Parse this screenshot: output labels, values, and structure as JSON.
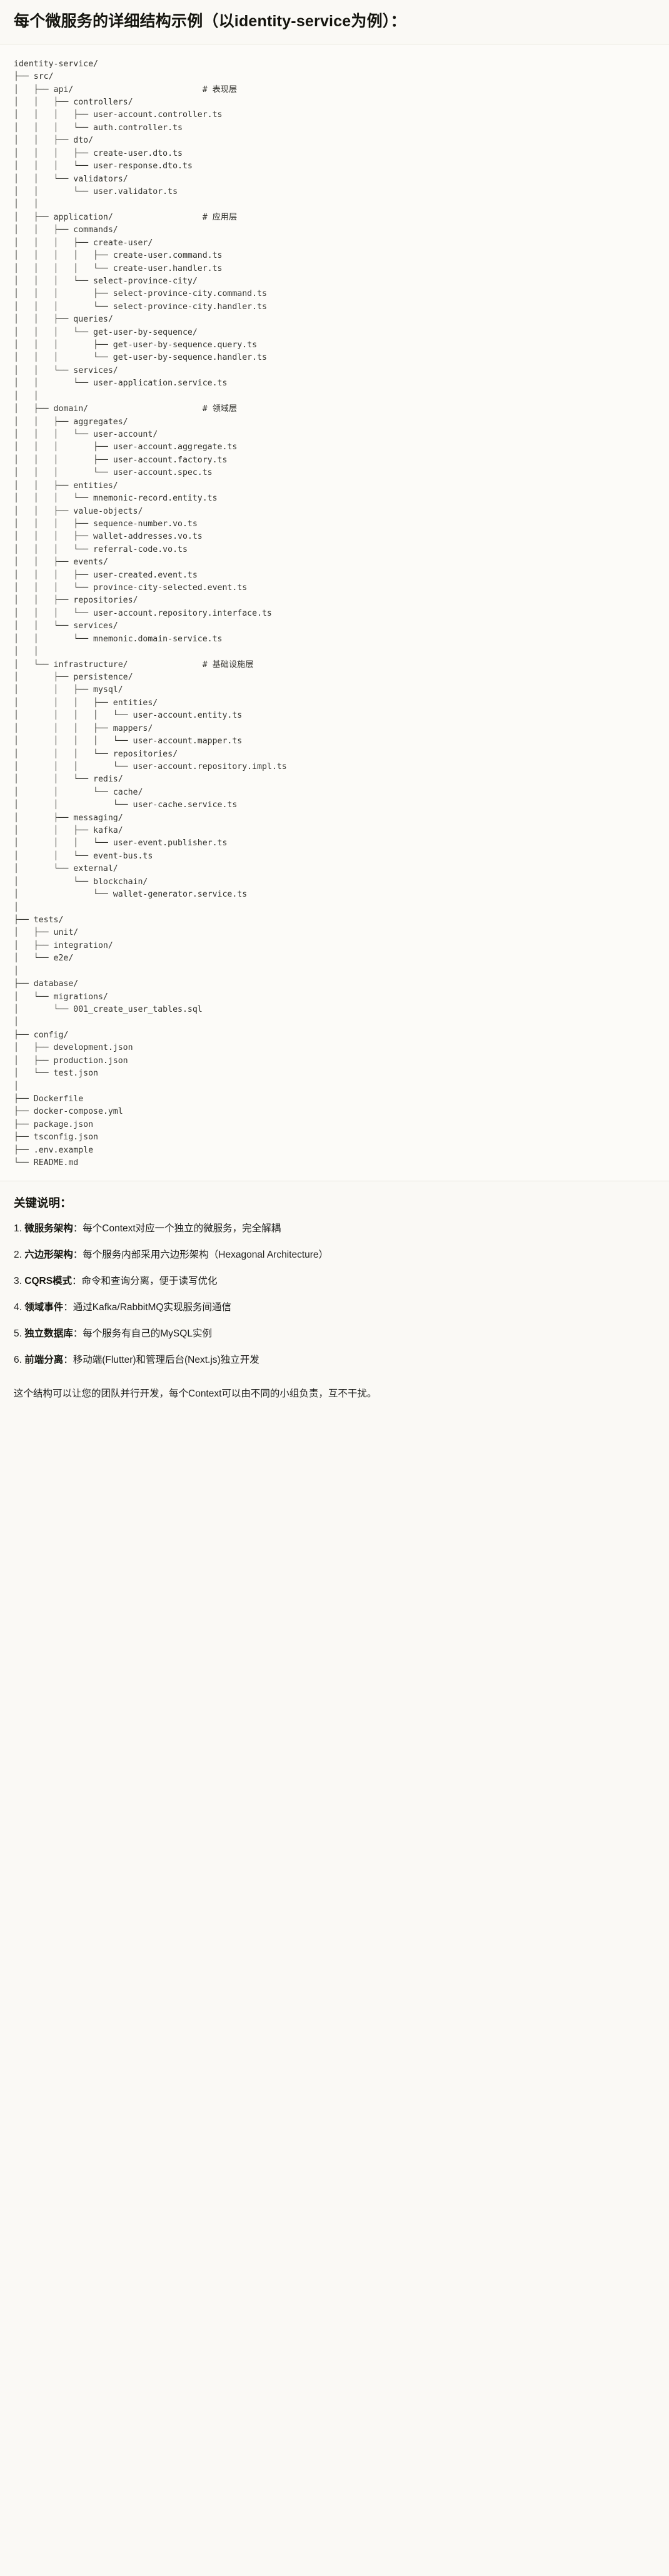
{
  "heading": "每个微服务的详细结构示例（以identity-service为例）：",
  "tree": {
    "root": "identity-service/",
    "lines": [
      "identity-service/",
      "├── src/",
      "│   ├── api/                          # 表现层",
      "│   │   ├── controllers/",
      "│   │   │   ├── user-account.controller.ts",
      "│   │   │   └── auth.controller.ts",
      "│   │   ├── dto/",
      "│   │   │   ├── create-user.dto.ts",
      "│   │   │   └── user-response.dto.ts",
      "│   │   └── validators/",
      "│   │       └── user.validator.ts",
      "│   │",
      "│   ├── application/                  # 应用层",
      "│   │   ├── commands/",
      "│   │   │   ├── create-user/",
      "│   │   │   │   ├── create-user.command.ts",
      "│   │   │   │   └── create-user.handler.ts",
      "│   │   │   └── select-province-city/",
      "│   │   │       ├── select-province-city.command.ts",
      "│   │   │       └── select-province-city.handler.ts",
      "│   │   ├── queries/",
      "│   │   │   └── get-user-by-sequence/",
      "│   │   │       ├── get-user-by-sequence.query.ts",
      "│   │   │       └── get-user-by-sequence.handler.ts",
      "│   │   └── services/",
      "│   │       └── user-application.service.ts",
      "│   │",
      "│   ├── domain/                       # 领域层",
      "│   │   ├── aggregates/",
      "│   │   │   └── user-account/",
      "│   │   │       ├── user-account.aggregate.ts",
      "│   │   │       ├── user-account.factory.ts",
      "│   │   │       └── user-account.spec.ts",
      "│   │   ├── entities/",
      "│   │   │   └── mnemonic-record.entity.ts",
      "│   │   ├── value-objects/",
      "│   │   │   ├── sequence-number.vo.ts",
      "│   │   │   ├── wallet-addresses.vo.ts",
      "│   │   │   └── referral-code.vo.ts",
      "│   │   ├── events/",
      "│   │   │   ├── user-created.event.ts",
      "│   │   │   └── province-city-selected.event.ts",
      "│   │   ├── repositories/",
      "│   │   │   └── user-account.repository.interface.ts",
      "│   │   └── services/",
      "│   │       └── mnemonic.domain-service.ts",
      "│   │",
      "│   └── infrastructure/               # 基础设施层",
      "│       ├── persistence/",
      "│       │   ├── mysql/",
      "│       │   │   ├── entities/",
      "│       │   │   │   └── user-account.entity.ts",
      "│       │   │   ├── mappers/",
      "│       │   │   │   └── user-account.mapper.ts",
      "│       │   │   └── repositories/",
      "│       │   │       └── user-account.repository.impl.ts",
      "│       │   └── redis/",
      "│       │       └── cache/",
      "│       │           └── user-cache.service.ts",
      "│       ├── messaging/",
      "│       │   ├── kafka/",
      "│       │   │   └── user-event.publisher.ts",
      "│       │   └── event-bus.ts",
      "│       └── external/",
      "│           └── blockchain/",
      "│               └── wallet-generator.service.ts",
      "│",
      "├── tests/",
      "│   ├── unit/",
      "│   ├── integration/",
      "│   └── e2e/",
      "│",
      "├── database/",
      "│   └── migrations/",
      "│       └── 001_create_user_tables.sql",
      "│",
      "├── config/",
      "│   ├── development.json",
      "│   ├── production.json",
      "│   └── test.json",
      "│",
      "├── Dockerfile",
      "├── docker-compose.yml",
      "├── package.json",
      "├── tsconfig.json",
      "├── .env.example",
      "└── README.md"
    ],
    "comments": [
      {
        "path": "src/api/",
        "text": "# 表现层"
      },
      {
        "path": "src/application/",
        "text": "# 应用层"
      },
      {
        "path": "src/domain/",
        "text": "# 领域层"
      },
      {
        "path": "src/infrastructure/",
        "text": "# 基础设施层"
      }
    ]
  },
  "keypoints": {
    "title": "关键说明：",
    "items": [
      {
        "term": "微服务架构",
        "desc": "：每个Context对应一个独立的微服务，完全解耦"
      },
      {
        "term": "六边形架构",
        "desc": "：每个服务内部采用六边形架构（Hexagonal Architecture）"
      },
      {
        "term": "CQRS模式",
        "desc": "：命令和查询分离，便于读写优化"
      },
      {
        "term": "领域事件",
        "desc": "：通过Kafka/RabbitMQ实现服务间通信"
      },
      {
        "term": "独立数据库",
        "desc": "：每个服务有自己的MySQL实例"
      },
      {
        "term": "前端分离",
        "desc": "：移动端(Flutter)和管理后台(Next.js)独立开发"
      }
    ],
    "footer": "这个结构可以让您的团队并行开发，每个Context可以由不同的小组负责，互不干扰。"
  },
  "colors": {
    "page_background": "#faf9f5",
    "code_background": "#fcfbf8",
    "code_border": "#e8e5dc",
    "text": "#1f1f1d",
    "code_text": "#33332e"
  }
}
